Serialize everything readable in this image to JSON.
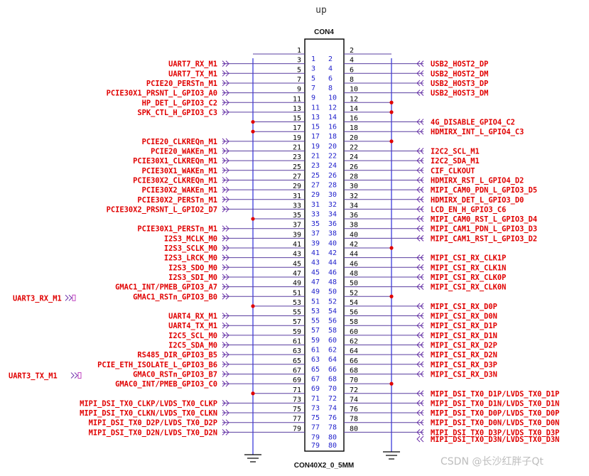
{
  "title": "up",
  "ref": "CON4",
  "part": "CON40X2_0_5MM",
  "watermark": "CSDN @长沙红胖子Qt",
  "colors": {
    "signal": "#e00000",
    "wire": "#1a1ad6",
    "pinline": "#5a3fa0",
    "dot": "#e00000"
  },
  "left_signals": [
    "",
    "UART7_RX_M1",
    "UART7_TX_M1",
    "PCIE20_PERSTn_M1",
    "PCIE30X1_PRSNT_L_GPIO3_A0",
    "HP_DET_L_GPIO3_C2",
    "SPK_CTL_H_GPIO3_C3",
    "",
    "",
    "PCIE20_CLKREQn_M1",
    "PCIE20_WAKEn_M1",
    "PCIE30X1_CLKREQn_M1",
    "PCIE30X1_WAKEn_M1",
    "PCIE30X2_CLKREQn_M1",
    "PCIE30X2_WAKEn_M1",
    "PCIE30X2_PERSTn_M1",
    "PCIE30X2_PRSNT_L_GPIO2_D7",
    "",
    "PCIE30X1_PERSTn_M1",
    "I2S3_MCLK_M0",
    "I2S3_SCLK_M0",
    "I2S3_LRCK_M0",
    "I2S3_SDO_M0",
    "I2S3_SDI_M0",
    "GMAC1_INT/PMEB_GPIO3_A7",
    "GMAC1_RSTn_GPIO3_B0",
    "",
    "UART4_RX_M1",
    "UART4_TX_M1",
    "I2C5_SCL_M0",
    "I2C5_SDA_M0",
    "RS485_DIR_GPIO3_B5",
    "PCIE_ETH_ISOLATE_L_GPIO3_B6",
    "GMAC0_RSTn_GPIO3_B7",
    "GMAC0_INT/PMEB_GPIO3_C0",
    "",
    "MIPI_DSI_TX0_CLKP/LVDS_TX0_CLKP",
    "MIPI_DSI_TX0_CLKN/LVDS_TX0_CLKN",
    "MIPI_DSI_TX0_D2P/LVDS_TX0_D2P",
    "MIPI_DSI_TX0_D2N/LVDS_TX0_D2N"
  ],
  "right_signals": [
    "",
    "USB2_HOST2_DP",
    "USB2_HOST2_DM",
    "USB2_HOST3_DP",
    "USB2_HOST3_DM",
    "",
    "",
    "4G_DISABLE_GPIO4_C2",
    "HDMIRX_INT_L_GPIO4_C3",
    "",
    "I2C2_SCL_M1",
    "I2C2_SDA_M1",
    "CIF_CLKOUT",
    "HDMIRX_RST_L_GPIO4_D2",
    "MIPI_CAM0_PDN_L_GPIO3_D5",
    "HDMIRX_DET_L_GPIO3_D0",
    "LCD_EN_H_GPIO3_C6",
    "MIPI_CAM0_RST_L_GPIO3_D4",
    "MIPI_CAM1_PDN_L_GPIO3_D3",
    "MIPI_CAM1_RST_L_GPIO3_D2",
    "",
    "MIPI_CSI_RX_CLK1P",
    "MIPI_CSI_RX_CLK1N",
    "MIPI_CSI_RX_CLK0P",
    "MIPI_CSI_RX_CLK0N",
    "",
    "MIPI_CSI_RX_D0P",
    "MIPI_CSI_RX_D0N",
    "MIPI_CSI_RX_D1P",
    "MIPI_CSI_RX_D1N",
    "MIPI_CSI_RX_D2P",
    "MIPI_CSI_RX_D2N",
    "MIPI_CSI_RX_D3P",
    "MIPI_CSI_RX_D3N",
    "",
    "MIPI_DSI_TX0_D1P/LVDS_TX0_D1P",
    "MIPI_DSI_TX0_D1N/LVDS_TX0_D1N",
    "MIPI_DSI_TX0_D0P/LVDS_TX0_D0P",
    "MIPI_DSI_TX0_D0N/LVDS_TX0_D0N",
    "MIPI_DSI_TX0_D3P/LVDS_TX0_D3P",
    "MIPI_DSI_TX0_D3N/LVDS_TX0_D3N"
  ],
  "off_sheet": [
    {
      "label": "UART3_RX_M1",
      "row": 25
    },
    {
      "label": "UART3_TX_M1",
      "row": 33
    }
  ],
  "extra_pins": [
    "79",
    "80"
  ]
}
